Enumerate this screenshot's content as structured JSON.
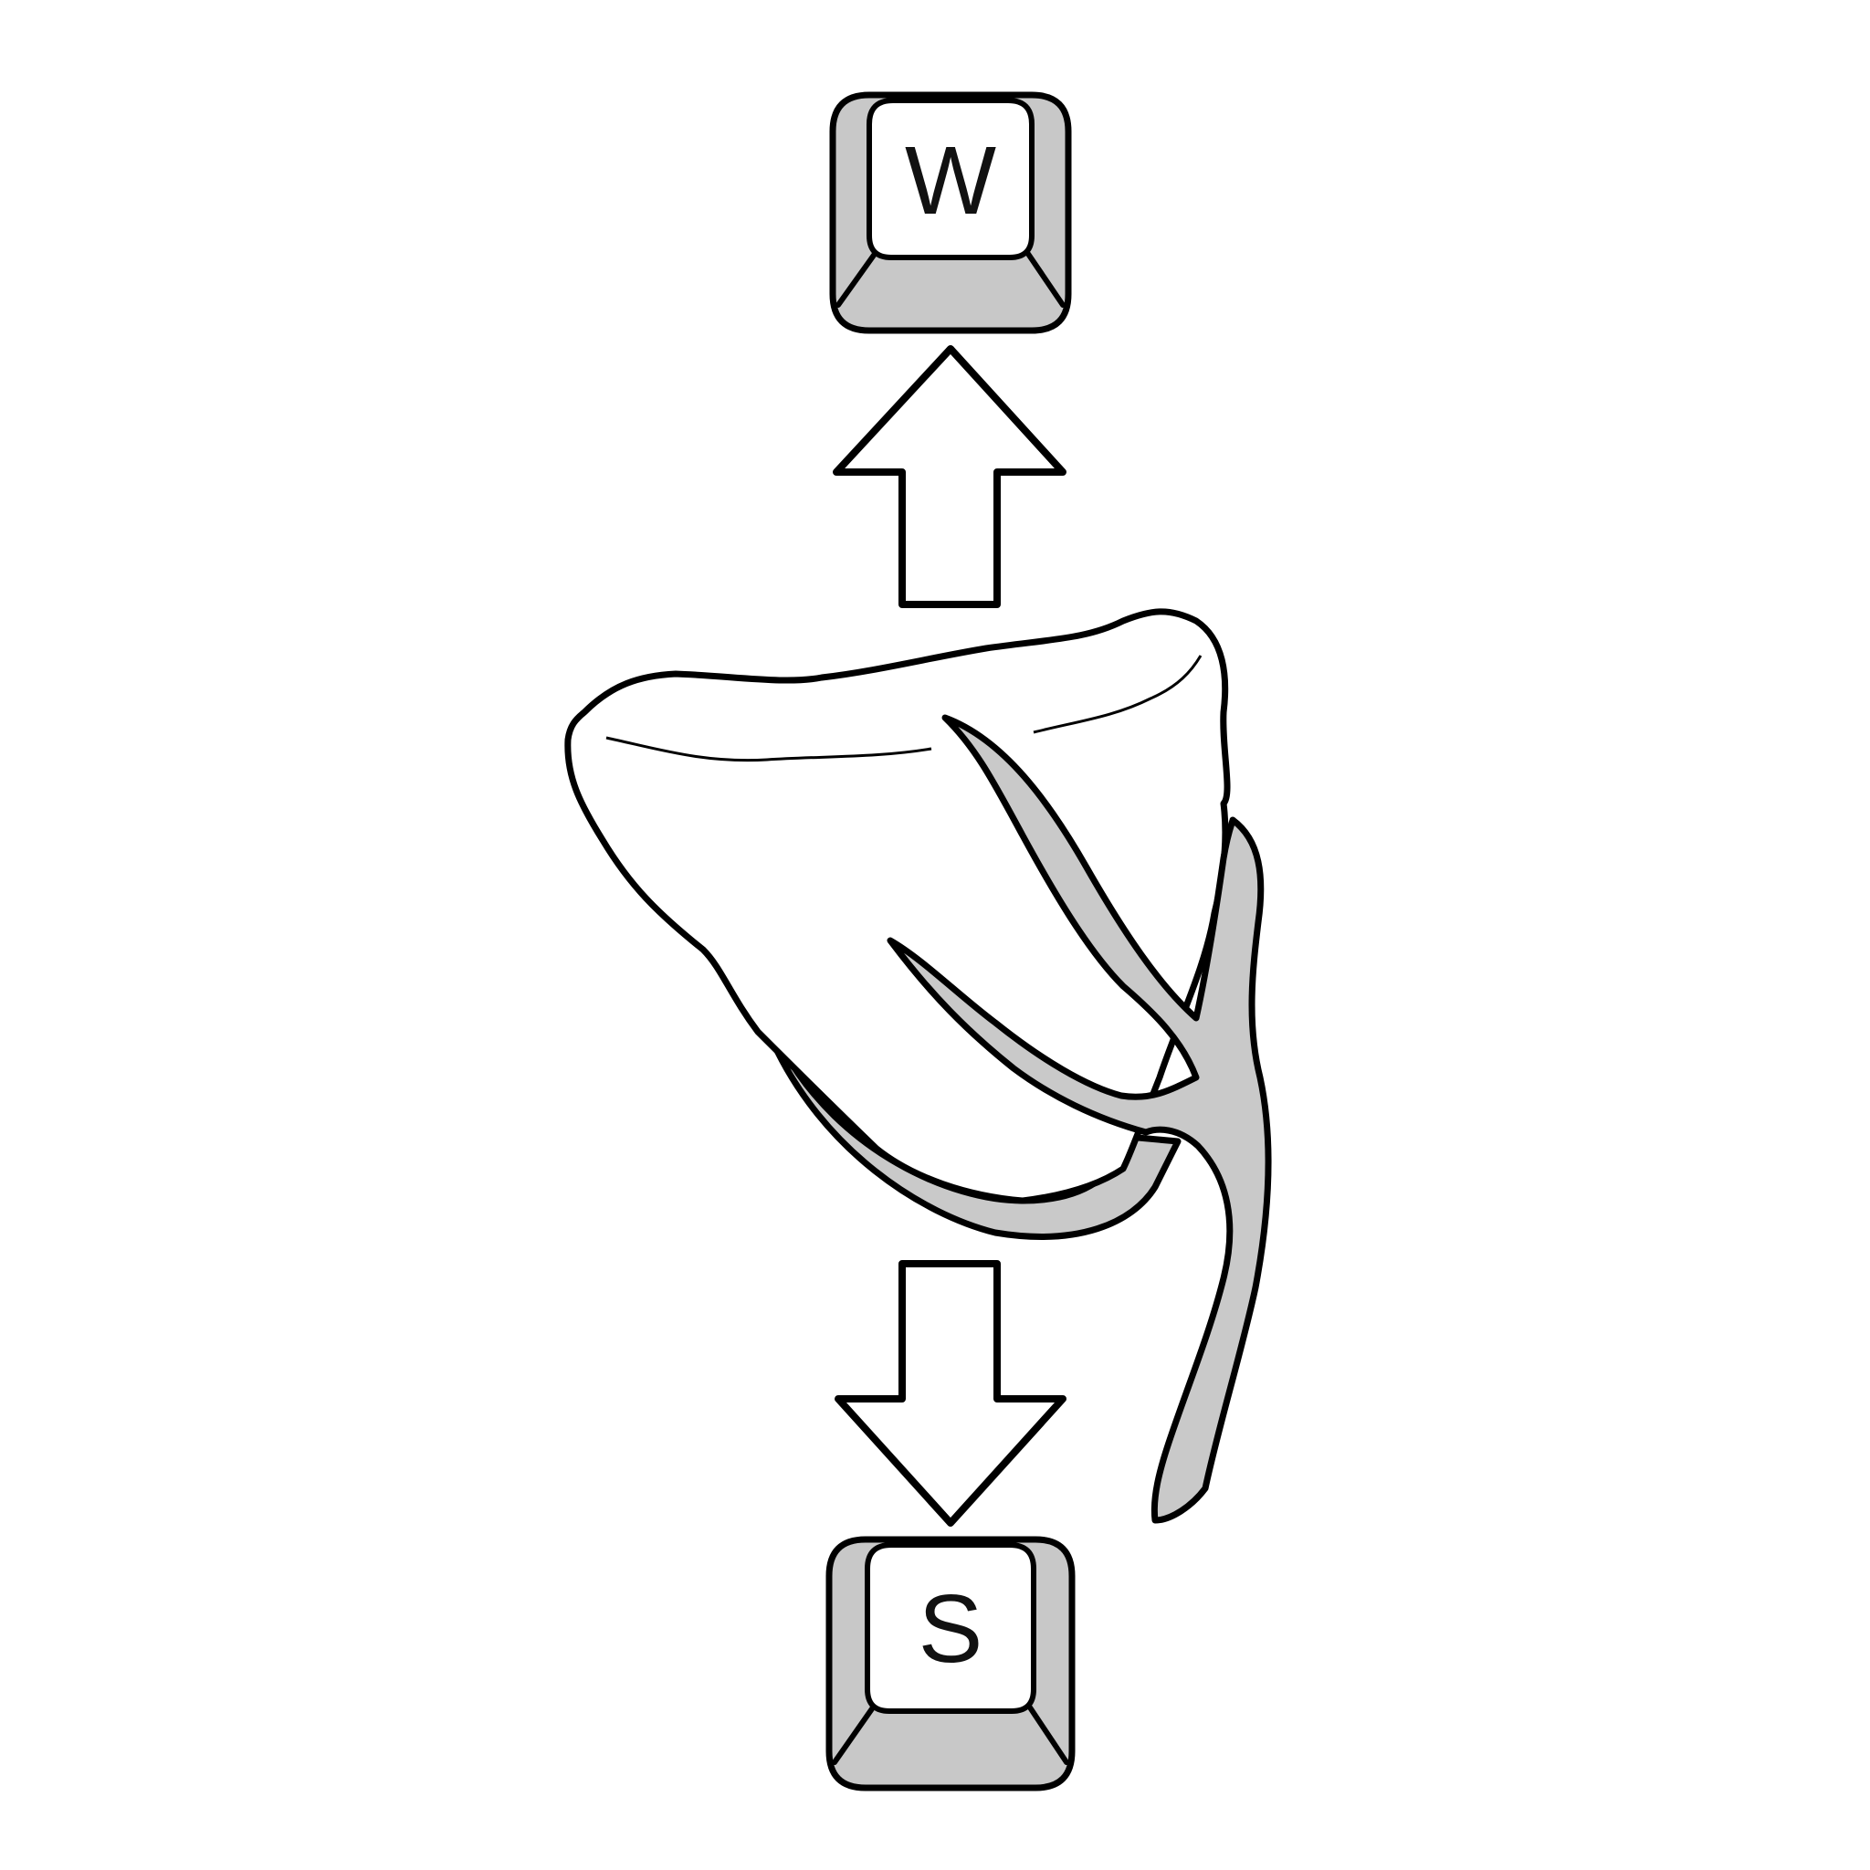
{
  "keys": {
    "up": {
      "label": "W",
      "icon": "keycap-w"
    },
    "down": {
      "label": "S",
      "icon": "keycap-s"
    }
  },
  "arrows": {
    "up": {
      "icon": "arrow-up-icon"
    },
    "down": {
      "icon": "arrow-down-icon"
    }
  },
  "subject": {
    "icon": "rock-on-stalk-icon"
  },
  "colors": {
    "background": "#ffffff",
    "outline": "#000000",
    "key_side": "#c8c8c8",
    "key_top": "#ffffff",
    "object_fill": "#ffffff",
    "stalk_fill": "#c9c9c9"
  }
}
